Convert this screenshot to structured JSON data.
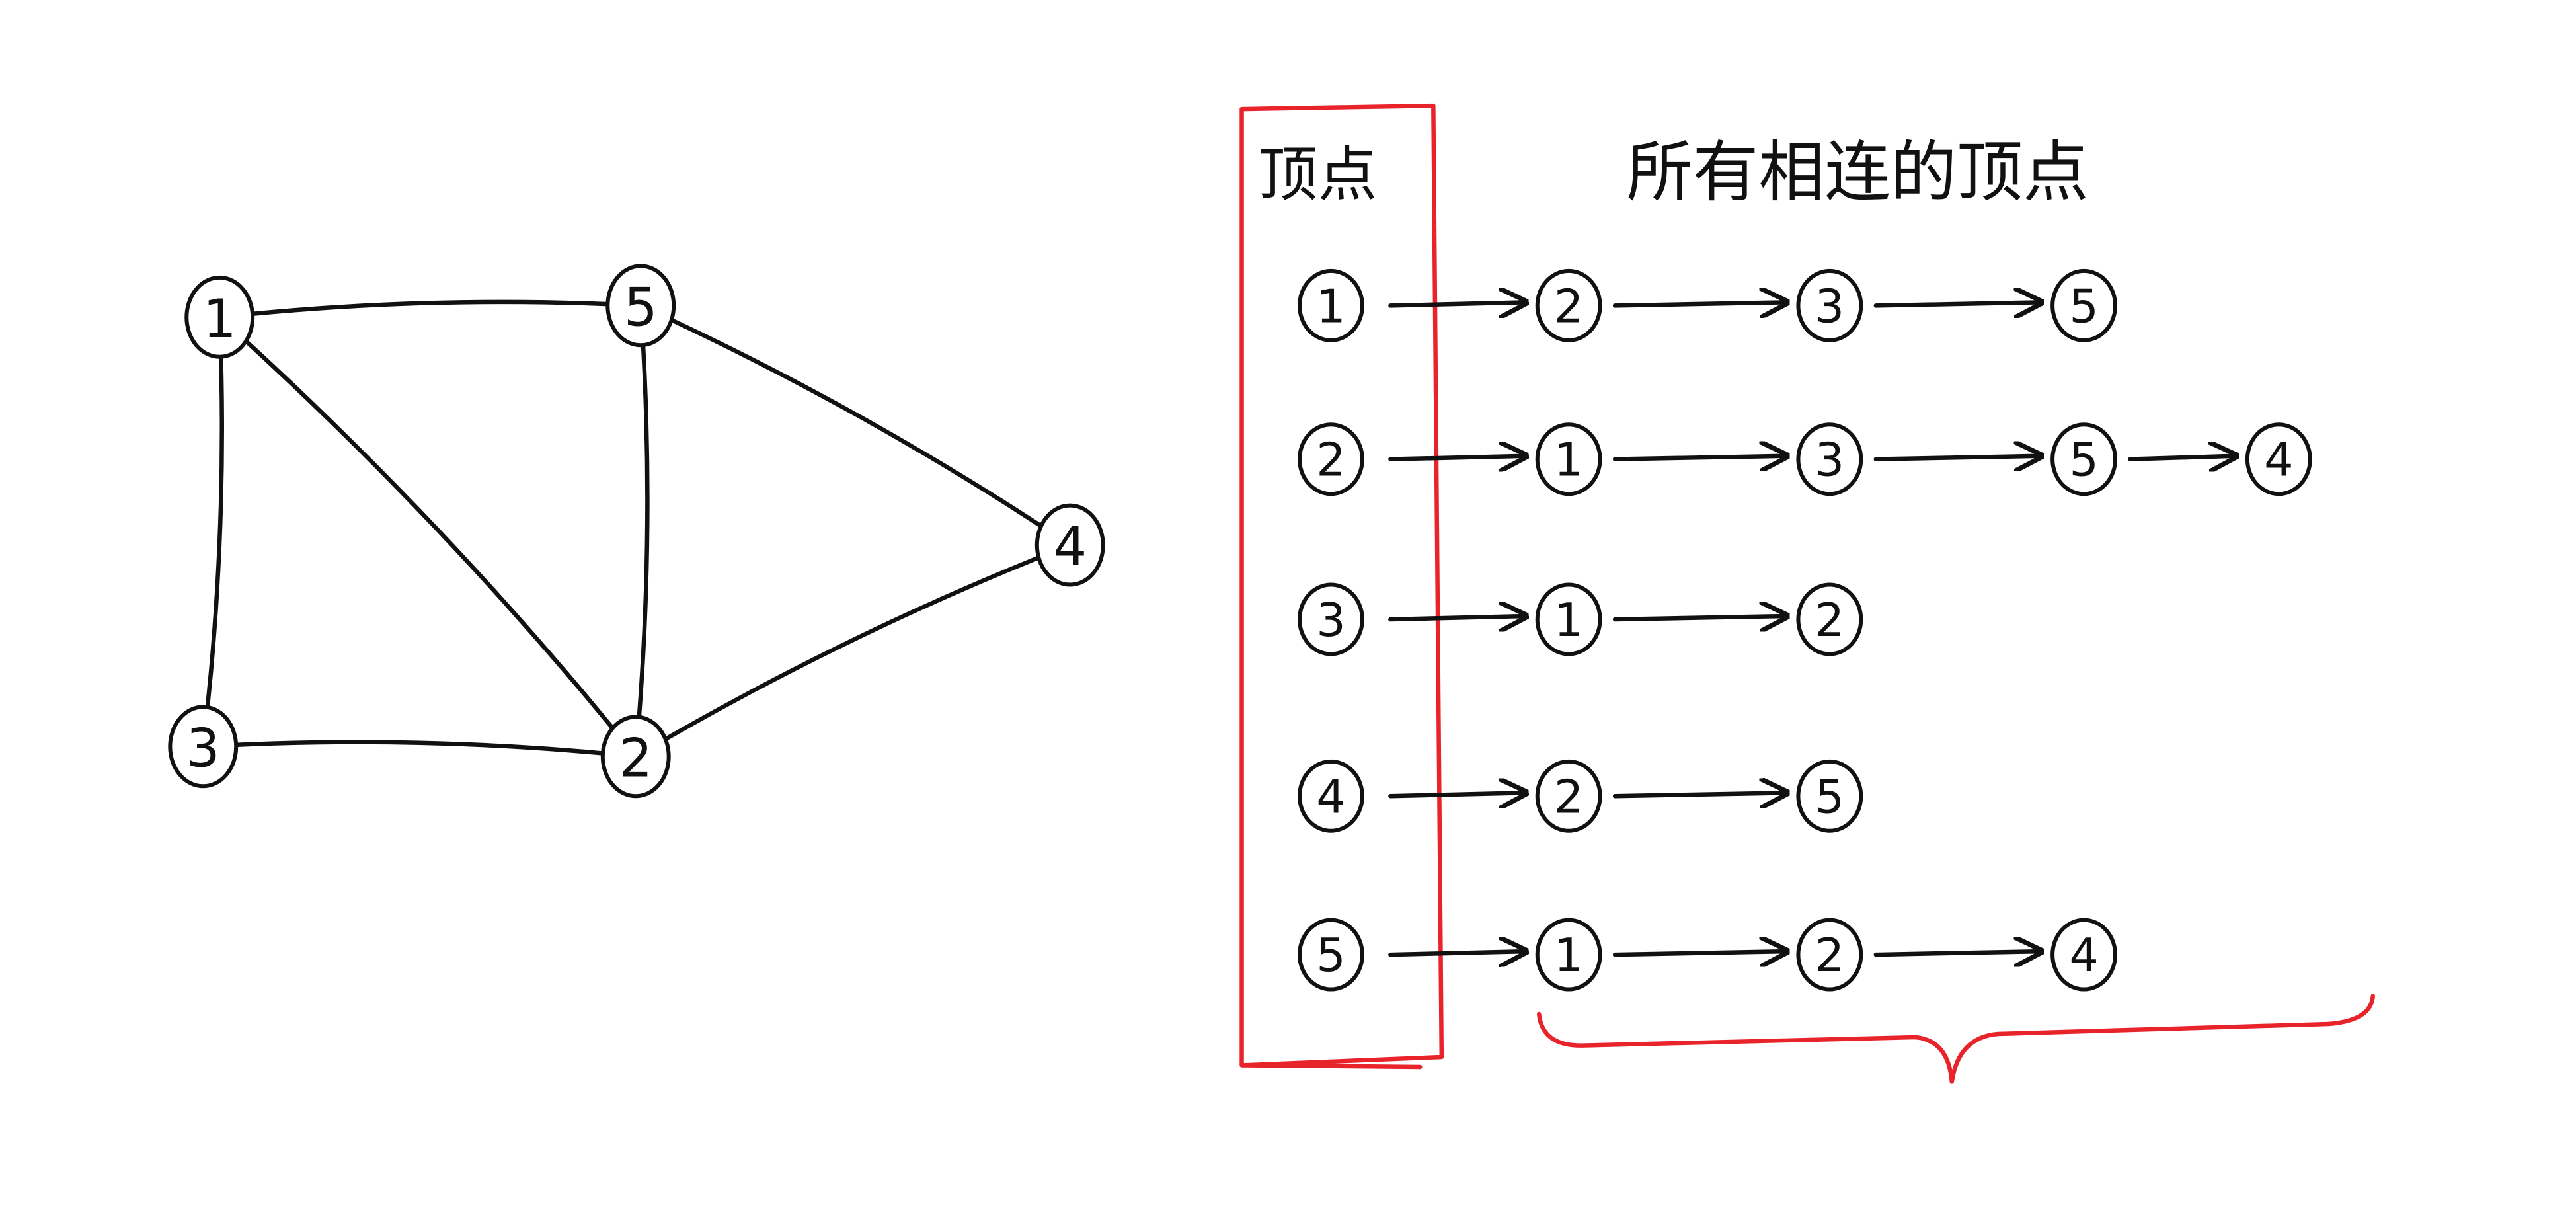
{
  "graph": {
    "nodes": [
      "1",
      "2",
      "3",
      "4",
      "5"
    ],
    "edges": [
      [
        "1",
        "5"
      ],
      [
        "1",
        "3"
      ],
      [
        "1",
        "2"
      ],
      [
        "5",
        "2"
      ],
      [
        "5",
        "4"
      ],
      [
        "3",
        "2"
      ],
      [
        "2",
        "4"
      ]
    ]
  },
  "adjacency": {
    "vertex_header": "顶点",
    "neighbors_header": "所有相连的顶点",
    "rows": [
      {
        "vertex": "1",
        "neighbors": [
          "2",
          "3",
          "5"
        ]
      },
      {
        "vertex": "2",
        "neighbors": [
          "1",
          "3",
          "5",
          "4"
        ]
      },
      {
        "vertex": "3",
        "neighbors": [
          "1",
          "2"
        ]
      },
      {
        "vertex": "4",
        "neighbors": [
          "2",
          "5"
        ]
      },
      {
        "vertex": "5",
        "neighbors": [
          "1",
          "2",
          "4"
        ]
      }
    ]
  },
  "colors": {
    "ink": "#111111",
    "highlight": "#e8242a",
    "background": "#ffffff"
  }
}
